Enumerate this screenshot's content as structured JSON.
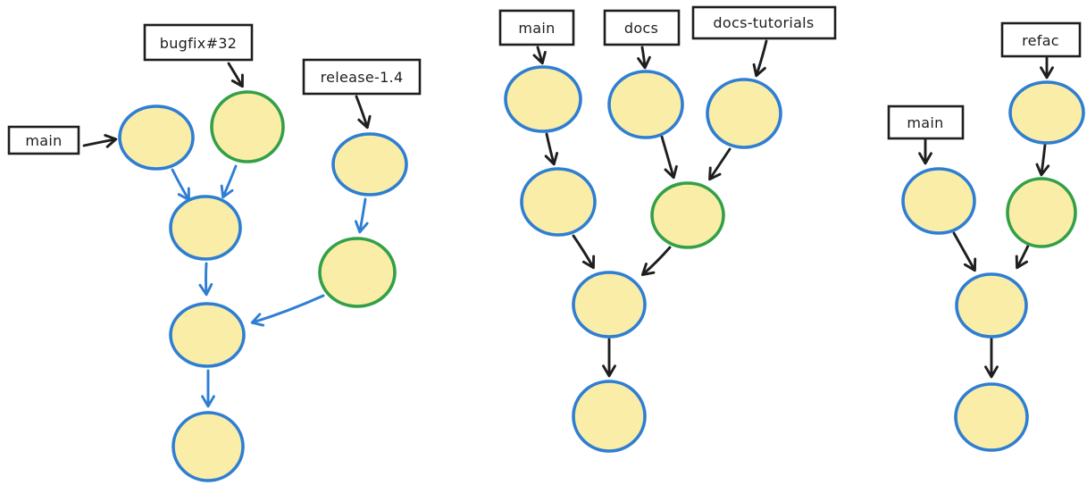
{
  "page": {
    "background": "#ffffff",
    "description": "Three hand-drawn git commit graph sketches with branch pointer labels"
  },
  "colors": {
    "blue": "#2e7ed3",
    "green": "#33a047",
    "node_fill": "#f9eda7",
    "ink": "#1e1e1e",
    "background": "#ffffff"
  },
  "diagrams": {
    "left": {
      "labels": {
        "main": "main",
        "bugfix": "bugfix#32",
        "release": "release-1.4"
      },
      "nodes": [
        {
          "id": "c1",
          "outline": "blue",
          "pointed_by": "main"
        },
        {
          "id": "c2",
          "outline": "green",
          "pointed_by": "bugfix#32"
        },
        {
          "id": "c3",
          "outline": "blue"
        },
        {
          "id": "c4",
          "outline": "blue",
          "pointed_by": "release-1.4"
        },
        {
          "id": "c5",
          "outline": "green"
        },
        {
          "id": "c6",
          "outline": "blue"
        },
        {
          "id": "c7",
          "outline": "blue"
        }
      ],
      "edges": [
        {
          "from": "c1",
          "to": "c3",
          "color": "blue"
        },
        {
          "from": "c2",
          "to": "c3",
          "color": "blue"
        },
        {
          "from": "c3",
          "to": "c6",
          "color": "blue"
        },
        {
          "from": "c4",
          "to": "c5",
          "color": "blue"
        },
        {
          "from": "c5",
          "to": "c6",
          "color": "blue"
        },
        {
          "from": "c6",
          "to": "c7",
          "color": "blue"
        }
      ]
    },
    "middle": {
      "labels": {
        "main": "main",
        "docs": "docs",
        "docs_tutorials": "docs-tutorials"
      },
      "nodes": [
        {
          "id": "m1",
          "outline": "blue",
          "pointed_by": "main"
        },
        {
          "id": "m2",
          "outline": "blue",
          "pointed_by": "docs"
        },
        {
          "id": "m3",
          "outline": "blue",
          "pointed_by": "docs-tutorials"
        },
        {
          "id": "m4",
          "outline": "blue"
        },
        {
          "id": "m5",
          "outline": "green"
        },
        {
          "id": "m6",
          "outline": "blue"
        },
        {
          "id": "m7",
          "outline": "blue"
        }
      ],
      "edges": [
        {
          "from": "m1",
          "to": "m4",
          "color": "ink"
        },
        {
          "from": "m2",
          "to": "m5",
          "color": "ink"
        },
        {
          "from": "m3",
          "to": "m5",
          "color": "ink"
        },
        {
          "from": "m4",
          "to": "m6",
          "color": "ink"
        },
        {
          "from": "m5",
          "to": "m6",
          "color": "ink"
        },
        {
          "from": "m6",
          "to": "m7",
          "color": "ink"
        }
      ]
    },
    "right": {
      "labels": {
        "main": "main",
        "refac": "refac"
      },
      "nodes": [
        {
          "id": "r1",
          "outline": "blue",
          "pointed_by": "refac"
        },
        {
          "id": "r2",
          "outline": "blue",
          "pointed_by": "main"
        },
        {
          "id": "r3",
          "outline": "green"
        },
        {
          "id": "r4",
          "outline": "blue"
        },
        {
          "id": "r5",
          "outline": "blue"
        }
      ],
      "edges": [
        {
          "from": "r1",
          "to": "r3",
          "color": "ink"
        },
        {
          "from": "r2",
          "to": "r4",
          "color": "ink"
        },
        {
          "from": "r3",
          "to": "r4",
          "color": "ink"
        },
        {
          "from": "r4",
          "to": "r5",
          "color": "ink"
        }
      ]
    }
  }
}
